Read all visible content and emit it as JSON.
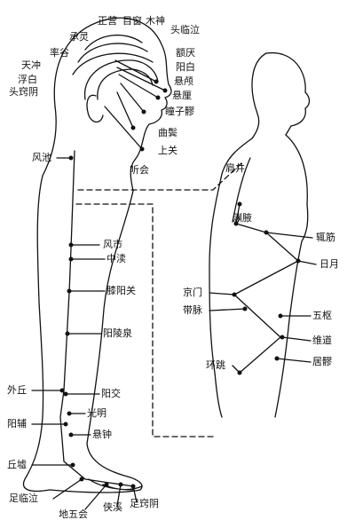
{
  "palette": {
    "ink": "#111111",
    "background": "#ffffff"
  },
  "head": {
    "wangchuang": "正营",
    "muchuang": "目窗",
    "muchuang_vertical": "木神",
    "toulinqi": "头临泣",
    "chengling": "承灵",
    "shuaigu": "率谷",
    "tianchong": "天冲",
    "fubai": "浮白",
    "touqiaoyin": "头窍阴",
    "hanyan": "额厌",
    "yangbai": "阳白",
    "xuanlu": "悬颅",
    "xuanli": "悬厘",
    "tongziliao": "瞳子髎",
    "qubin": "曲鬓",
    "shangguan": "上关",
    "tinghui": "听会",
    "fengchi": "风池"
  },
  "torso": {
    "jianjing": "肩井",
    "yuanye": "渊腋",
    "zhejin": "辄筋",
    "riyue": "日月",
    "jingmen": "京门",
    "daimai": "带脉",
    "wushu": "五枢",
    "weidao": "维道",
    "juliao": "居髎",
    "huantiao": "环跳"
  },
  "leg": {
    "fengshi": "风市",
    "zhongdu": "中渎",
    "xiyangguan": "膝阳关",
    "yanglingquan": "阳陵泉",
    "waiqiu": "外丘",
    "yangjiao": "阳交",
    "guangming": "光明",
    "yangfu": "阳辅",
    "xuanzhong": "悬钟",
    "qiuxu": "丘墟",
    "zulinqi": "足临泣",
    "diwuhui": "地五会",
    "xiaxi": "侠溪",
    "zuqiaoyin": "足窍阴"
  }
}
